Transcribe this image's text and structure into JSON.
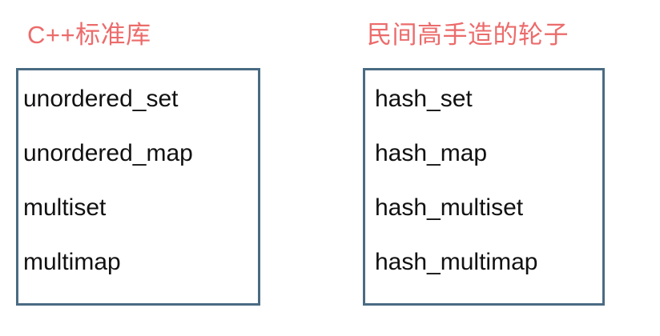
{
  "left_column": {
    "title": "C++标准库",
    "items": [
      "unordered_set",
      "unordered_map",
      "multiset",
      "multimap"
    ]
  },
  "right_column": {
    "title": "民间高手造的轮子",
    "items": [
      "hash_set",
      "hash_map",
      "hash_multiset",
      "hash_multimap"
    ]
  },
  "colors": {
    "accent": "#ec6b6b",
    "border": "#4a6b83",
    "text": "#111111",
    "background": "#ffffff"
  }
}
